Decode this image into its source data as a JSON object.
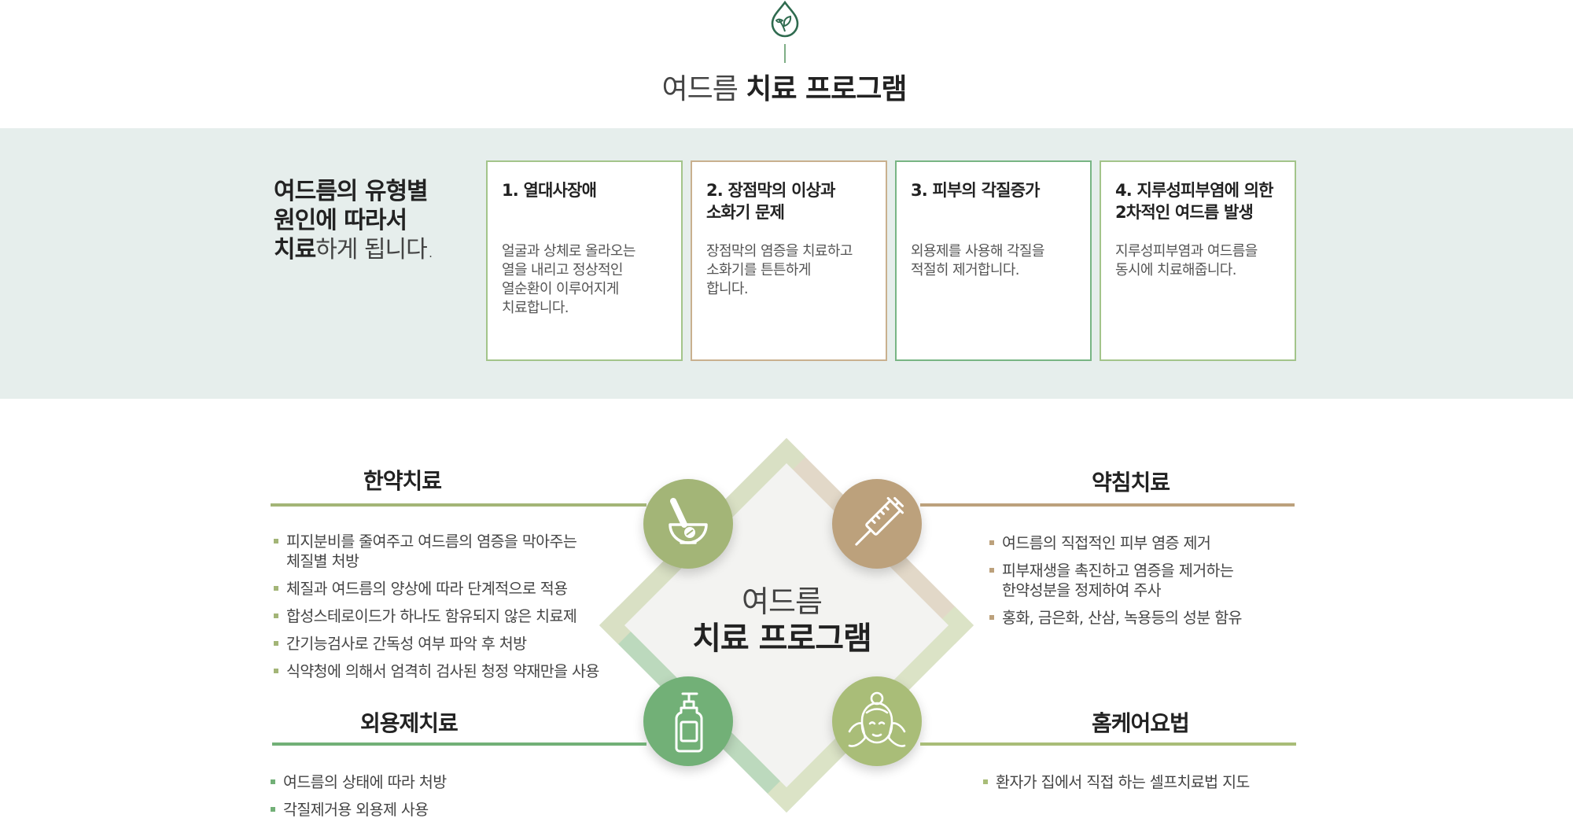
{
  "header": {
    "title_light": "여드름",
    "title_bold": "치료 프로그램"
  },
  "types_section": {
    "heading_line1": "여드름의 유형별",
    "heading_line2": "원인에 따라서",
    "heading_line3_bold": "치료",
    "heading_line3_light": "하게 됩니다.",
    "cards": [
      {
        "title": "1. 열대사장애",
        "desc": "얼굴과 상체로 올라오는\n열을 내리고 정상적인\n열순환이 이루어지게\n치료합니다."
      },
      {
        "title": "2. 장점막의 이상과\n소화기 문제",
        "desc": "장점막의 염증을 치료하고\n소화기를 튼튼하게\n합니다."
      },
      {
        "title": "3. 피부의 각질증가",
        "desc": "외용제를 사용해 각질을\n적절히 제거합니다."
      },
      {
        "title": "4. 지루성피부염에 의한\n2차적인 여드름 발생",
        "desc": "지루성피부염과 여드름을\n동시에 치료해줍니다."
      }
    ]
  },
  "program": {
    "center_light": "여드름",
    "center_bold": "치료 프로그램",
    "treatments": {
      "herbal": {
        "title": "한약치료",
        "icon": "mortar-pestle-icon",
        "color": "#a3b577",
        "items": [
          "피지분비를 줄여주고 여드름의 염증을 막아주는\n체질별 처방",
          "체질과 여드름의 양상에 따라 단계적으로 적용",
          "합성스테로이드가 하나도 함유되지 않은 치료제",
          "간기능검사로 간독성 여부 파악 후 처방",
          "식약청에 의해서 엄격히 검사된 청정 약재만을 사용"
        ]
      },
      "acupuncture": {
        "title": "약침치료",
        "icon": "syringe-icon",
        "color": "#bca17c",
        "items": [
          "여드름의 직접적인 피부 염증 제거",
          "피부재생을 촉진하고 염증을 제거하는\n한약성분을 정제하여 주사",
          "홍화, 금은화, 산삼, 녹용등의 성분 함유"
        ]
      },
      "topical": {
        "title": "외용제치료",
        "icon": "pump-bottle-icon",
        "color": "#72b077",
        "items": [
          "여드름의 상태에 따라 처방",
          "각질제거용 외용제 사용"
        ]
      },
      "homecare": {
        "title": "홈케어요법",
        "icon": "face-massage-icon",
        "color": "#a9bd78",
        "items": [
          "환자가 집에서 직접 하는 셀프치료법 지도"
        ]
      }
    }
  }
}
